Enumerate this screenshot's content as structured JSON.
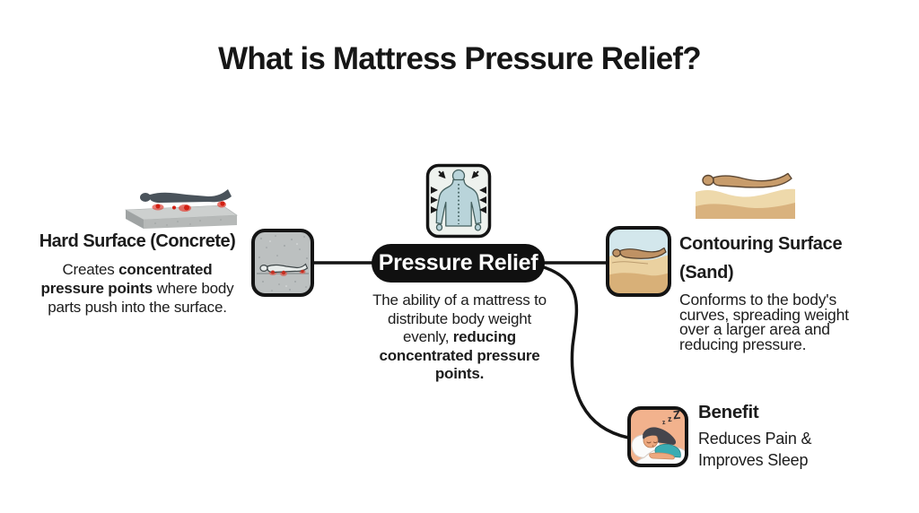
{
  "title": "What is Mattress Pressure Relief?",
  "center": {
    "label": "Pressure Relief",
    "icon": "body-with-inward-arrows-icon",
    "description": [
      {
        "t": "The ability of a mattress to\ndistribute body weight\nevenly, ",
        "b": false
      },
      {
        "t": "reducing\nconcentrated pressure\npoints.",
        "b": true
      }
    ]
  },
  "left": {
    "heading": "Hard Surface (Concrete)",
    "illustration": "person-lying-on-concrete-slab",
    "icon": "person-on-concrete-icon",
    "description": [
      {
        "t": "Creates ",
        "b": false
      },
      {
        "t": "concentrated\npressure points",
        "b": true
      },
      {
        "t": " where body\nparts push into the surface.",
        "b": false
      }
    ]
  },
  "right": {
    "heading": "Contouring Surface\n(Sand)",
    "illustration": "person-lying-in-sand",
    "icon": "person-in-sand-icon",
    "description": "Conforms to the body's\ncurves, spreading weight\nover a larger area and\nreducing pressure."
  },
  "benefit": {
    "heading": "Benefit",
    "icon": "sleeping-person-icon",
    "description": "Reduces Pain &\nImproves Sleep",
    "zzz": [
      "z",
      "z",
      "Z"
    ]
  },
  "colors": {
    "background": "#ffffff",
    "text": "#1c1c1c",
    "node_pill": "#101010",
    "pill_text": "#ffffff",
    "connector": "#141414",
    "pressure_red": "#d42f20",
    "concrete_gray": "#bcc0c0",
    "body_silhouette": "#4a535b",
    "sand_light": "#eed9ab",
    "sand_dark": "#d9b27e",
    "sky_blue": "#d3e7ec",
    "skin_tan": "#c89c6b",
    "benefit_peach": "#f2b28d",
    "shirt_teal": "#3aacb3",
    "icon_body_blue": "#b9d4da"
  }
}
